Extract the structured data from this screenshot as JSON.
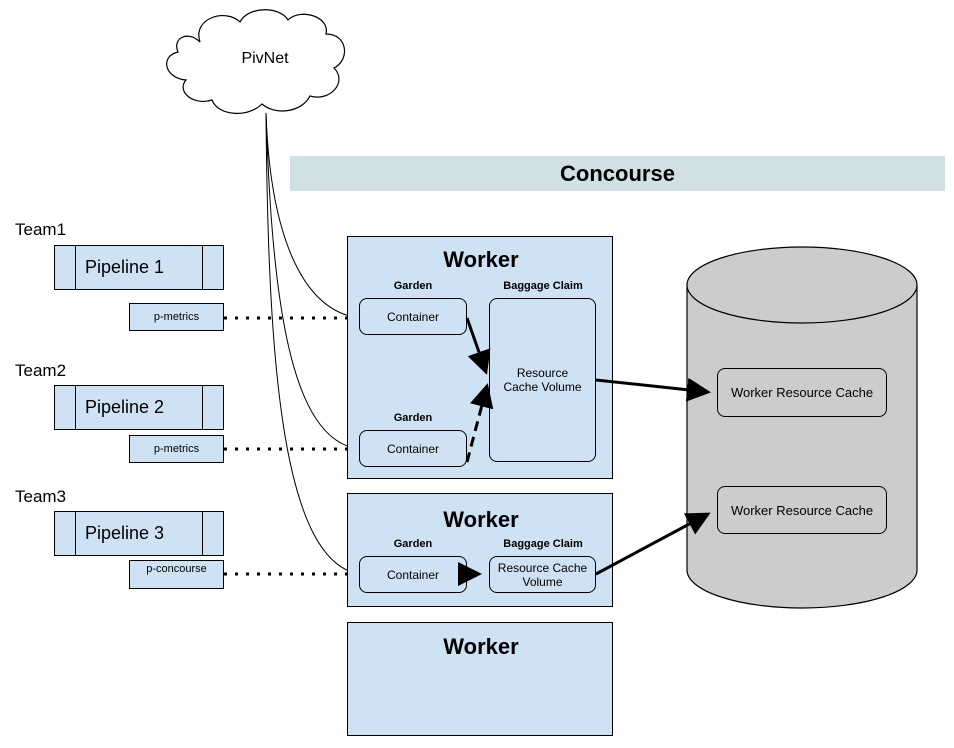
{
  "cloud": {
    "label": "PivNet"
  },
  "banner": {
    "title": "Concourse"
  },
  "teams": [
    {
      "label": "Team1",
      "pipeline": "Pipeline 1",
      "tag": "p-metrics"
    },
    {
      "label": "Team2",
      "pipeline": "Pipeline 2",
      "tag": "p-metrics"
    },
    {
      "label": "Team3",
      "pipeline": "Pipeline 3",
      "tag": "p-concourse"
    }
  ],
  "workers": [
    {
      "title": "Worker",
      "gardens": [
        {
          "label": "Garden",
          "container": "Container"
        },
        {
          "label": "Garden",
          "container": "Container"
        }
      ],
      "baggage_claim": {
        "label": "Baggage Claim",
        "volume": "Resource Cache Volume"
      }
    },
    {
      "title": "Worker",
      "gardens": [
        {
          "label": "Garden",
          "container": "Container"
        }
      ],
      "baggage_claim": {
        "label": "Baggage Claim",
        "volume": "Resource Cache Volume"
      }
    },
    {
      "title": "Worker"
    }
  ],
  "database": {
    "caches": [
      {
        "label": "Worker Resource Cache"
      },
      {
        "label": "Worker Resource Cache"
      }
    ]
  },
  "colors": {
    "worker_fill": "#cfe2f3",
    "banner_fill": "#d0e0e3",
    "database_fill": "#cccccc"
  }
}
